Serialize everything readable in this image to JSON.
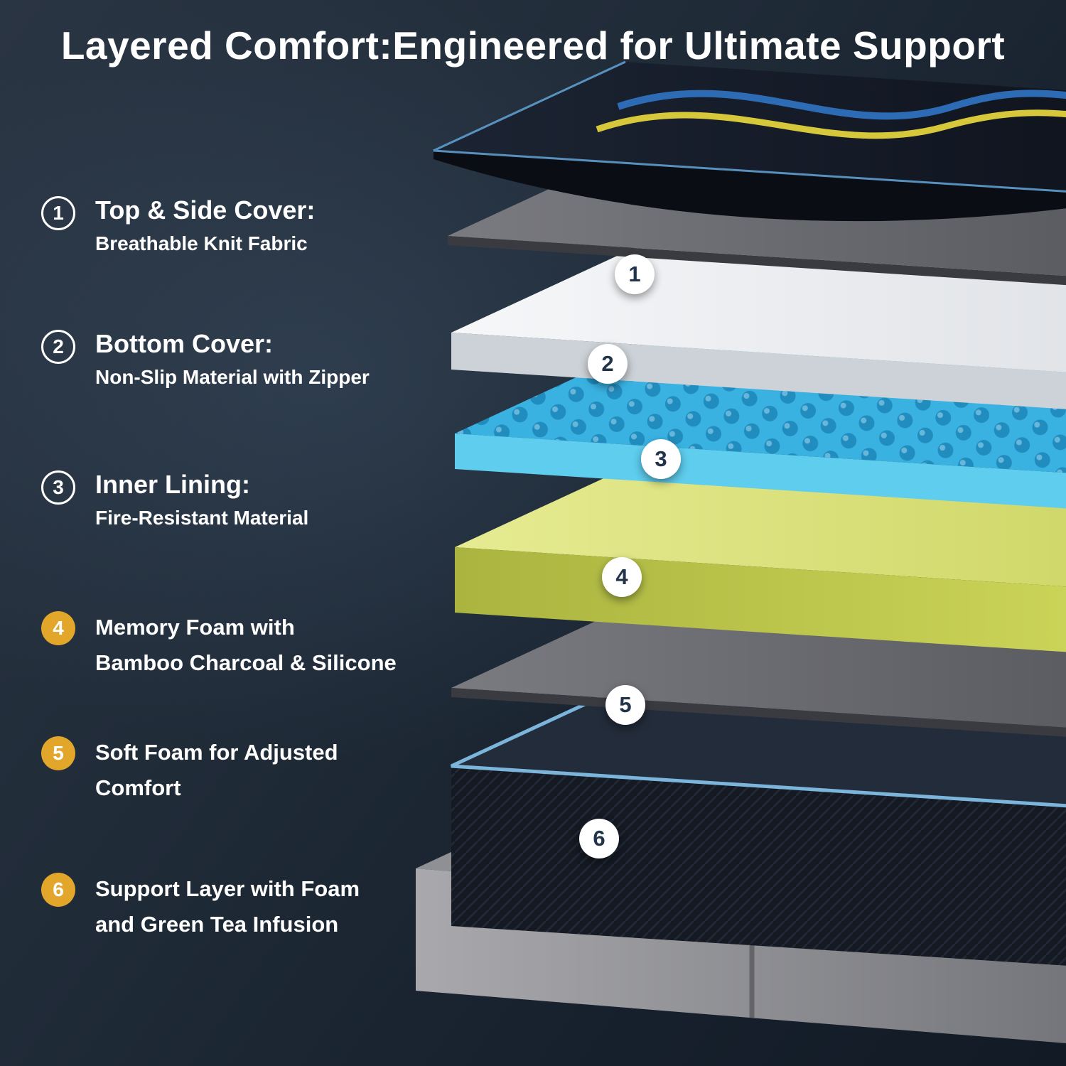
{
  "title": "Layered Comfort:Engineered for Ultimate Support",
  "legend": {
    "items": [
      {
        "num": "1",
        "title": "Top & Side Cover:",
        "subtitle": "Breathable Knit Fabric",
        "badge_style": "outline"
      },
      {
        "num": "2",
        "title": "Bottom Cover:",
        "subtitle": "Non-Slip Material with Zipper",
        "badge_style": "outline"
      },
      {
        "num": "3",
        "title": "Inner Lining:",
        "subtitle": "Fire-Resistant Material",
        "badge_style": "outline"
      },
      {
        "num": "4",
        "line1": "Memory Foam with",
        "line2": "Bamboo Charcoal & Silicone",
        "badge_style": "gold"
      },
      {
        "num": "5",
        "line1": "Soft Foam for Adjusted",
        "line2": "Comfort",
        "badge_style": "gold"
      },
      {
        "num": "6",
        "line1": "Support Layer with Foam",
        "line2": "and Green Tea Infusion",
        "badge_style": "gold"
      }
    ]
  },
  "diagram": {
    "badges": [
      {
        "label": "1"
      },
      {
        "label": "2"
      },
      {
        "label": "3"
      },
      {
        "label": "4"
      },
      {
        "label": "5"
      },
      {
        "label": "6"
      }
    ],
    "layers": [
      {
        "name": "top-knit-cover",
        "color": "#141b28"
      },
      {
        "name": "top-side-cover-fabric",
        "color": "#66676c"
      },
      {
        "name": "bottom-cover-white",
        "color": "#eef0f3"
      },
      {
        "name": "inner-lining-egg-crate-foam",
        "color": "#39b2e2"
      },
      {
        "name": "memory-foam-bamboo-charcoal",
        "color": "#d6dd6e"
      },
      {
        "name": "soft-foam-sheet",
        "color": "#66676c"
      },
      {
        "name": "support-foam-black-box",
        "color": "#141922"
      },
      {
        "name": "foundation-base",
        "color": "#8f9094"
      }
    ]
  },
  "colors": {
    "background": "#1c2733",
    "accent_gold": "#e2a62a",
    "badge_text": "#22344a",
    "piping_blue": "#7cb5dc",
    "wave_blue": "#2d6cb5",
    "wave_yellow": "#d7c83b"
  }
}
